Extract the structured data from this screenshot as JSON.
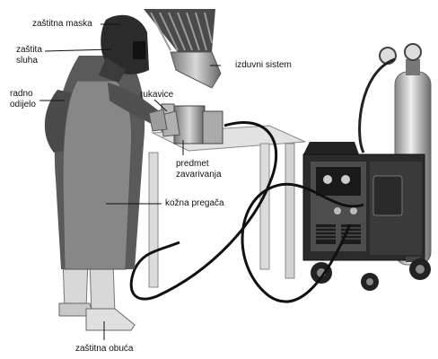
{
  "labels": {
    "protective_mask": "zaštitna maska",
    "hearing_protection": "zaštita\nsluha",
    "work_suit": "radno\nodijelo",
    "gloves": "rukavice",
    "exhaust_system": "izduvni sistem",
    "workpiece": "predmet\nzavarivanja",
    "leather_apron": "kožna pregača",
    "protective_footwear": "zaštitna obuća"
  }
}
